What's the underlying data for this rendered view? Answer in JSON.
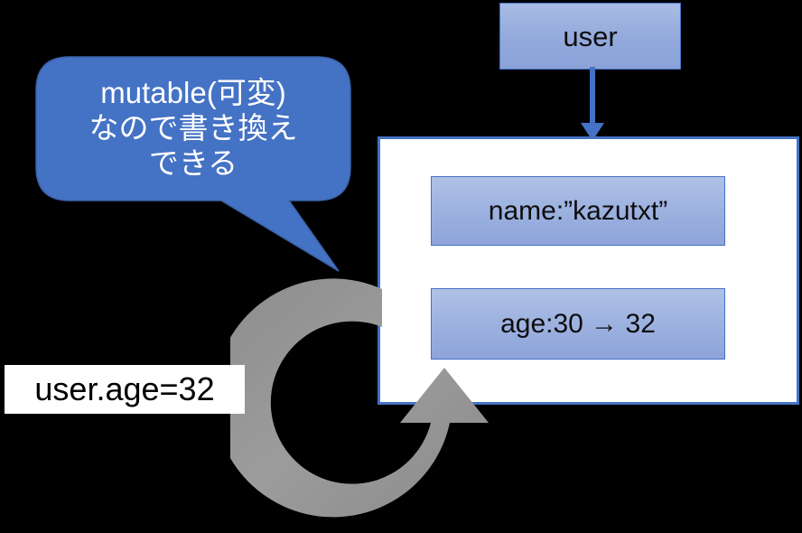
{
  "diagram": {
    "title": "mutable object mutation diagram",
    "variable_box": {
      "label": "user"
    },
    "callout": {
      "lines": [
        "mutable(可変)",
        "なので書き換え",
        "できる"
      ],
      "fill_color": "#4472C4",
      "text_color": "#FFFFFF"
    },
    "object_container": {
      "border_color": "#4472C4",
      "fill_color": "#FFFFFF",
      "fields": [
        {
          "label": "name:”kazutxt”"
        },
        {
          "label": "age:30 → 32"
        }
      ]
    },
    "code_label": {
      "text": "user.age=32",
      "fill_color": "#FFFFFF",
      "text_color": "#000000"
    },
    "cycle_arrow": {
      "name": "refresh-cycle-arrow",
      "color": "#9E9E9E"
    },
    "connector_arrow": {
      "name": "down-arrow",
      "color": "#4472C4"
    },
    "background_color": "#000000"
  }
}
